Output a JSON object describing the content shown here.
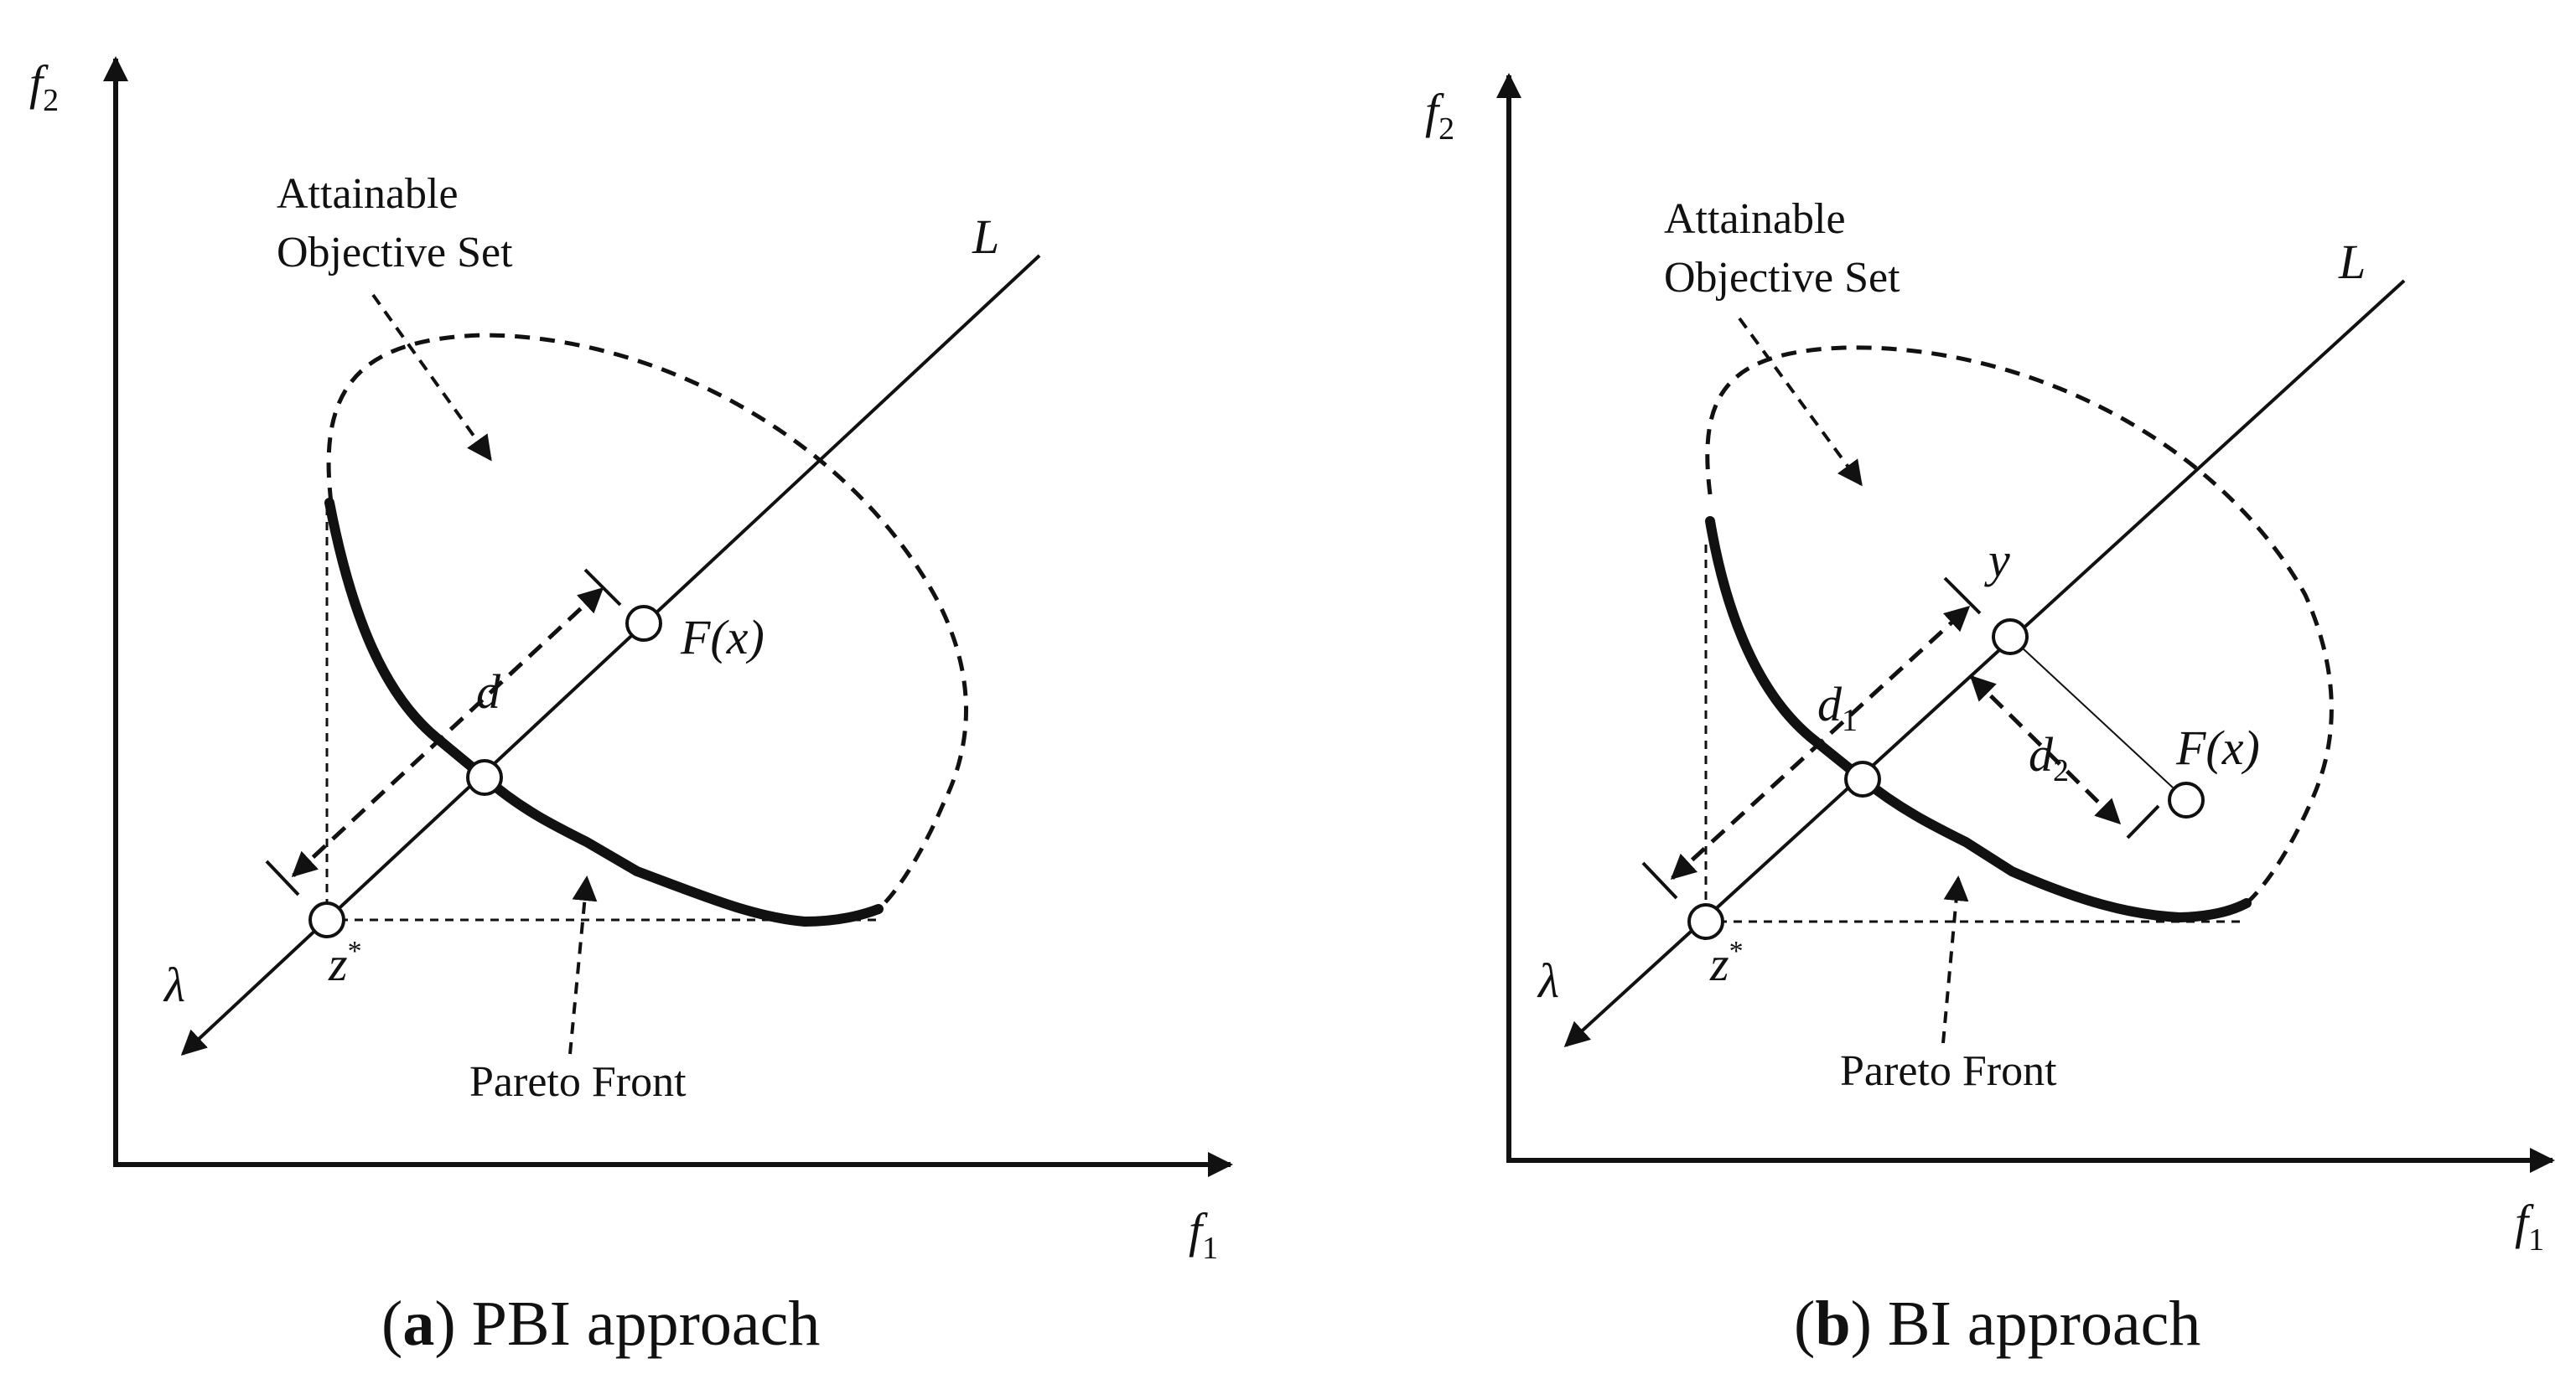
{
  "panels": [
    {
      "id": "a",
      "axis_x": "f",
      "axis_x_sub": "1",
      "axis_y": "f",
      "axis_y_sub": "2",
      "attainable_line1": "Attainable",
      "attainable_line2": "Objective Set",
      "line_label": "L",
      "lambda_label": "λ",
      "z_label": "z",
      "z_sup": "*",
      "fx_label": "F(x)",
      "d_label": "d",
      "pareto_label": "Pareto Front",
      "caption_open": "(",
      "caption_letter": "a",
      "caption_rest": ") PBI approach"
    },
    {
      "id": "b",
      "axis_x": "f",
      "axis_x_sub": "1",
      "axis_y": "f",
      "axis_y_sub": "2",
      "attainable_line1": "Attainable",
      "attainable_line2": "Objective Set",
      "line_label": "L",
      "lambda_label": "λ",
      "z_label": "z",
      "z_sup": "*",
      "fx_label": "F(x)",
      "y_label": "y",
      "d1_label": "d",
      "d1_sub": "1",
      "d2_label": "d",
      "d2_sub": "2",
      "pareto_label": "Pareto Front",
      "caption_open": "(",
      "caption_letter": "b",
      "caption_rest": ") BI approach"
    }
  ],
  "colors": {
    "ink": "#111111",
    "background": "#ffffff"
  }
}
